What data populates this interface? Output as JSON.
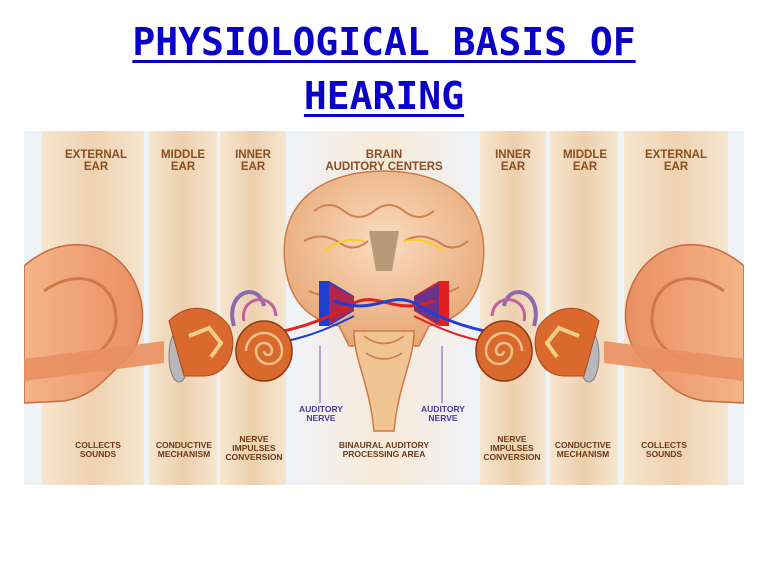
{
  "title": {
    "line1": "PHYSIOLOGICAL BASIS OF",
    "line2": "HEARING"
  },
  "diagram": {
    "headers": {
      "left_external": "EXTERNAL\nEAR",
      "left_middle": "MIDDLE\nEAR",
      "left_inner": "INNER\nEAR",
      "center": "BRAIN\nAUDITORY CENTERS",
      "right_inner": "INNER\nEAR",
      "right_middle": "MIDDLE\nEAR",
      "right_external": "EXTERNAL\nEAR"
    },
    "nerves": {
      "left": "AUDITORY\nNERVE",
      "right": "AUDITORY\nNERVE"
    },
    "footers": {
      "left_external": "COLLECTS\nSOUNDS",
      "left_middle": "CONDUCTIVE\nMECHANISM",
      "left_inner": "NERVE\nIMPULSES\nCONVERSION",
      "center": "BINAURAL AUDITORY\nPROCESSING AREA",
      "right_inner": "NERVE\nIMPULSES\nCONVERSION",
      "right_middle": "CONDUCTIVE\nMECHANISM",
      "right_external": "COLLECTS\nSOUNDS"
    },
    "colors": {
      "title": "#0b00c8",
      "band": "#f3dcc0",
      "ear_skin": "#f0a97e",
      "cochlea": "#d9692d",
      "brain": "#f2c9a0",
      "nerve_red": "#e02020",
      "nerve_blue": "#1f3fd0"
    }
  }
}
